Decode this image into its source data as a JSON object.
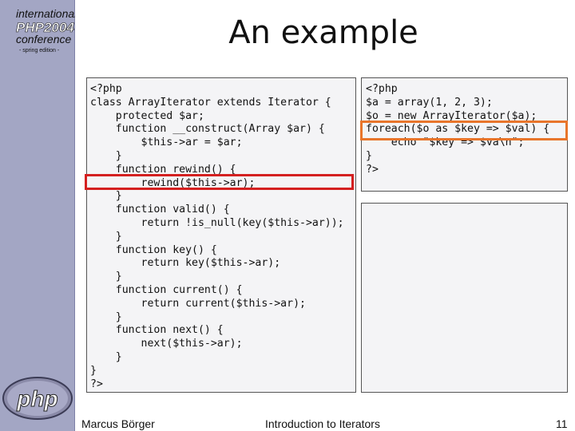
{
  "title": "An example",
  "logo": {
    "conference_line1": "international",
    "conference_line2": "PHP2004",
    "conference_line3": "conference",
    "conference_line4": "- spring edition -",
    "php_text": "php"
  },
  "code_left": "<?php\nclass ArrayIterator extends Iterator {\n    protected $ar;\n    function __construct(Array $ar) {\n        $this->ar = $ar;\n    }\n    function rewind() {\n        rewind($this->ar);\n    }\n    function valid() {\n        return !is_null(key($this->ar));\n    }\n    function key() {\n        return key($this->ar);\n    }\n    function current() {\n        return current($this->ar);\n    }\n    function next() {\n        next($this->ar);\n    }\n}\n?>",
  "code_right": "<?php\n$a = array(1, 2, 3);\n$o = new ArrayIterator($a);\nforeach($o as $key => $val) {\n    echo \"$key => $va\\n\";\n}\n?>",
  "footer": {
    "author": "Marcus Börger",
    "topic": "Introduction to Iterators",
    "page": "11"
  },
  "colors": {
    "sidebar": "#a3a6c4",
    "highlight_red": "#d42020",
    "highlight_orange": "#e8752b",
    "code_bg": "#f4f4f6"
  }
}
